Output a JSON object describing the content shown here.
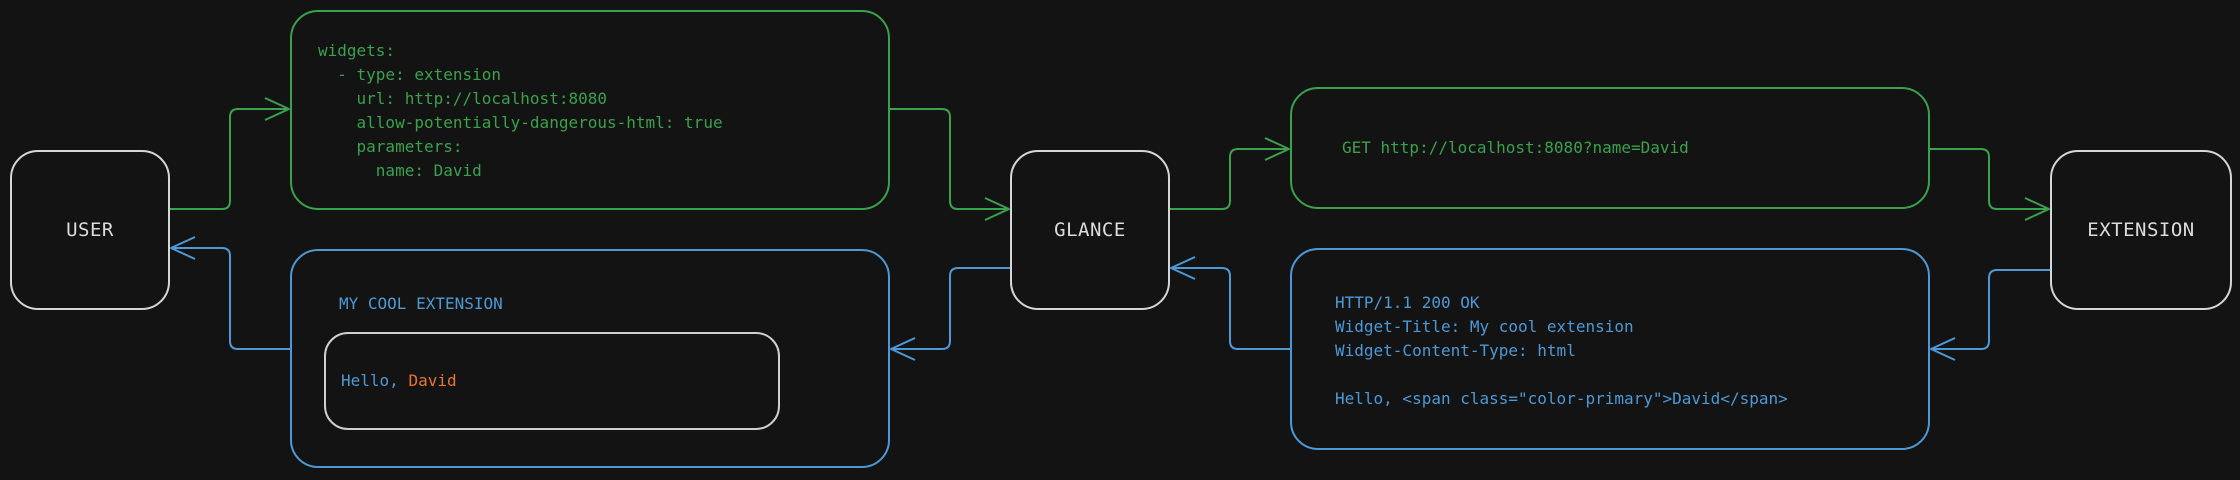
{
  "colors": {
    "background": "#131313",
    "green": "#3aa14c",
    "blue": "#4d99d6",
    "orange": "#e8742f",
    "node_border": "#d6d6d6",
    "inner_border": "#cfcfcf",
    "text_light": "#dcdcdc"
  },
  "nodes": {
    "user": {
      "label": "USER"
    },
    "glance": {
      "label": "GLANCE"
    },
    "extension": {
      "label": "EXTENSION"
    }
  },
  "config_box": {
    "lines": [
      "widgets:",
      "  - type: extension",
      "    url: http://localhost:8080",
      "    allow-potentially-dangerous-html: true",
      "    parameters:",
      "      name: David"
    ]
  },
  "request_box": {
    "text": "GET http://localhost:8080?name=David"
  },
  "response_box": {
    "lines": [
      "HTTP/1.1 200 OK",
      "Widget-Title: My cool extension",
      "Widget-Content-Type: html",
      "",
      "Hello, <span class=\"color-primary\">David</span>"
    ]
  },
  "widget_box": {
    "title": "MY COOL EXTENSION",
    "greeting_prefix": "Hello, ",
    "greeting_name": "David"
  }
}
